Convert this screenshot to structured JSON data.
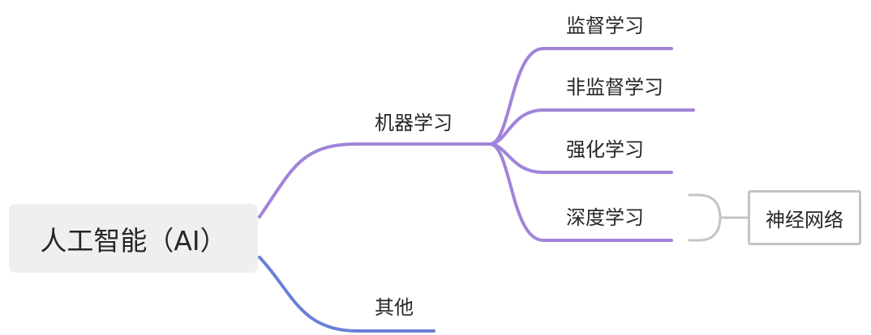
{
  "colors": {
    "machine_learning_branch": "#a184d8",
    "other_branch": "#6b7fd6",
    "summary_line": "#c4c4c4",
    "root_fill": "#eef0ef"
  },
  "mindmap": {
    "root": "人工智能（AI）",
    "branches": [
      {
        "label": "机器学习",
        "children": [
          "监督学习",
          "非监督学习",
          "强化学习",
          "深度学习"
        ]
      },
      {
        "label": "其他"
      }
    ],
    "summary": {
      "label": "神经网络"
    }
  }
}
